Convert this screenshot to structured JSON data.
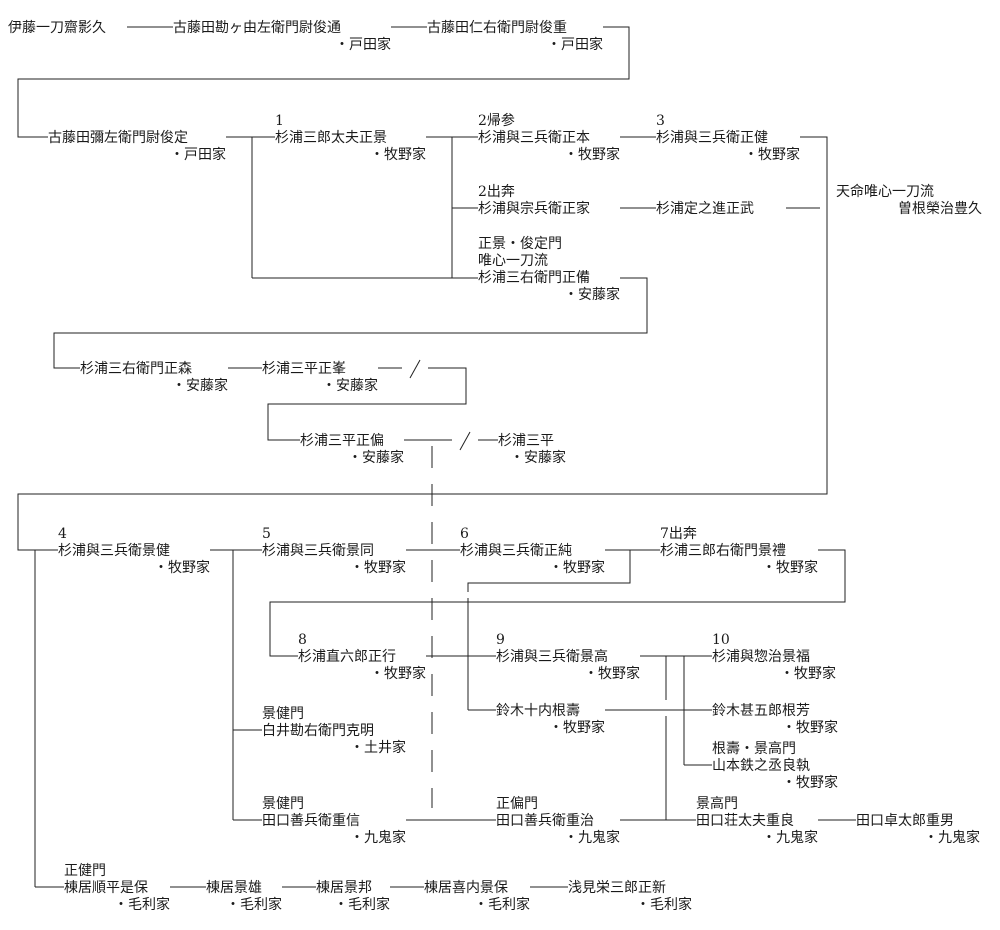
{
  "nodes": [
    {
      "id": "ito",
      "lines": [
        "伊藤一刀齋影久"
      ]
    },
    {
      "id": "kotoda_kageyu",
      "lines": [
        "古藤田勘ヶ由左衛門尉俊通",
        "・戸田家"
      ]
    },
    {
      "id": "kotoda_nin",
      "lines": [
        "古藤田仁右衛門尉俊重",
        "・戸田家"
      ]
    },
    {
      "id": "kotoda_yasa",
      "lines": [
        "古藤田彌左衛門尉俊定",
        "・戸田家"
      ]
    },
    {
      "id": "masakage",
      "lines": [
        "1",
        "杉浦三郎太夫正景",
        "・牧野家"
      ]
    },
    {
      "id": "masamoto",
      "lines": [
        "2帰参",
        "杉浦與三兵衛正本",
        "・牧野家"
      ]
    },
    {
      "id": "masatake",
      "lines": [
        "3",
        "杉浦與三兵衛正健",
        "・牧野家"
      ]
    },
    {
      "id": "masaie",
      "lines": [
        "2出奔",
        "杉浦與宗兵衛正家"
      ]
    },
    {
      "id": "masatake2",
      "lines": [
        "杉浦定之進正武"
      ]
    },
    {
      "id": "sone",
      "lines": [
        "天命唯心一刀流",
        "曽根榮治豊久"
      ]
    },
    {
      "id": "masanari",
      "lines": [
        "正景・俊定門",
        "唯心一刀流",
        "杉浦三右衛門正備",
        "・安藤家"
      ]
    },
    {
      "id": "masamori",
      "lines": [
        "杉浦三右衛門正森",
        "・安藤家"
      ]
    },
    {
      "id": "masataka_hei",
      "lines": [
        "杉浦三平正峯",
        "・安藤家"
      ]
    },
    {
      "id": "masahen",
      "lines": [
        "杉浦三平正偏",
        "・安藤家"
      ]
    },
    {
      "id": "sanpei",
      "lines": [
        "杉浦三平",
        "・安藤家"
      ]
    },
    {
      "id": "kagetake",
      "lines": [
        "4",
        "杉浦與三兵衛景健",
        "・牧野家"
      ]
    },
    {
      "id": "kagedou",
      "lines": [
        "5",
        "杉浦與三兵衛景同",
        "・牧野家"
      ]
    },
    {
      "id": "masajun",
      "lines": [
        "6",
        "杉浦與三兵衛正純",
        "・牧野家"
      ]
    },
    {
      "id": "kagerei",
      "lines": [
        "7出奔",
        "杉浦三郎右衛門景禮",
        "・牧野家"
      ]
    },
    {
      "id": "masayuki",
      "lines": [
        "8",
        "杉浦直六郎正行",
        "・牧野家"
      ]
    },
    {
      "id": "kagetaka",
      "lines": [
        "9",
        "杉浦與三兵衛景高",
        "・牧野家"
      ]
    },
    {
      "id": "kagefuku",
      "lines": [
        "10",
        "杉浦與惣治景福",
        "・牧野家"
      ]
    },
    {
      "id": "suzuki_ne",
      "lines": [
        "鈴木十内根壽",
        "・牧野家"
      ]
    },
    {
      "id": "suzuki_jin",
      "lines": [
        "鈴木甚五郎根芳",
        "・牧野家"
      ]
    },
    {
      "id": "yamamoto",
      "lines": [
        "根壽・景高門",
        "山本鉄之丞良執",
        "・牧野家"
      ]
    },
    {
      "id": "shirai",
      "lines": [
        "景健門",
        "白井勘右衛門克明",
        "・土井家"
      ]
    },
    {
      "id": "taguchi_shige",
      "lines": [
        "景健門",
        "田口善兵衛重信",
        "・九鬼家"
      ]
    },
    {
      "id": "taguchi_zen",
      "lines": [
        "正偏門",
        "田口善兵衛重治",
        "・九鬼家"
      ]
    },
    {
      "id": "taguchi_so",
      "lines": [
        "景高門",
        "田口荘太夫重良",
        "・九鬼家"
      ]
    },
    {
      "id": "taguchi_taku",
      "lines": [
        "田口卓太郎重男",
        "・九鬼家"
      ]
    },
    {
      "id": "muneoi_jun",
      "lines": [
        "正健門",
        "棟居順平是保",
        "・毛利家"
      ]
    },
    {
      "id": "muneoi_kage",
      "lines": [
        "棟居景雄",
        "・毛利家"
      ]
    },
    {
      "id": "muneoi_kun",
      "lines": [
        "棟居景邦",
        "・毛利家"
      ]
    },
    {
      "id": "muneoi_ki",
      "lines": [
        "棟居喜内景保",
        "・毛利家"
      ]
    },
    {
      "id": "asami",
      "lines": [
        "浅見栄三郎正新",
        "・毛利家"
      ]
    }
  ]
}
